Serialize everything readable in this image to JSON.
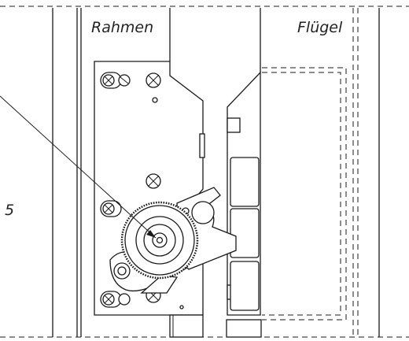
{
  "labels": {
    "frame": "Rahmen",
    "sash": "Flügel",
    "callout_number": "5"
  }
}
